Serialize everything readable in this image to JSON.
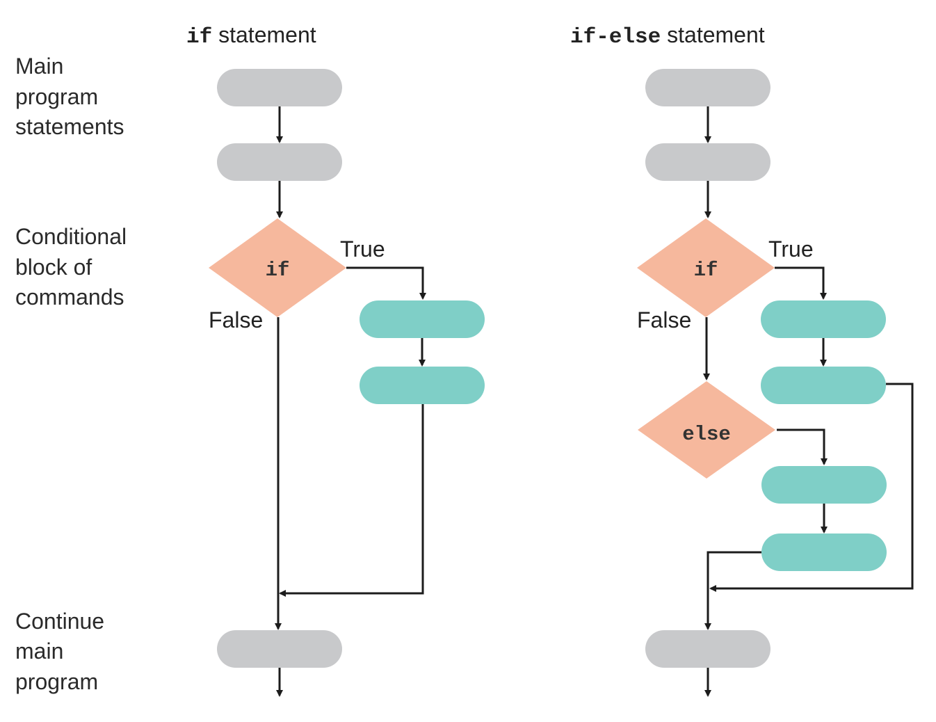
{
  "colors": {
    "main_block": "#c8c9cb",
    "conditional_block": "#7fcfc7",
    "decision": "#f6b89d",
    "line": "#1c1c1c"
  },
  "side_labels": {
    "main": [
      "Main",
      "program",
      "statements"
    ],
    "conditional": [
      "Conditional",
      "block of",
      "commands"
    ],
    "continue": [
      "Continue",
      "main",
      "program"
    ]
  },
  "if_diagram": {
    "title_code": "if",
    "title_text": " statement",
    "decision_label": "if",
    "true_label": "True",
    "false_label": "False"
  },
  "if_else_diagram": {
    "title_code": "if-else",
    "title_text": " statement",
    "decision_label": "if",
    "else_label": "else",
    "true_label": "True",
    "false_label": "False"
  }
}
